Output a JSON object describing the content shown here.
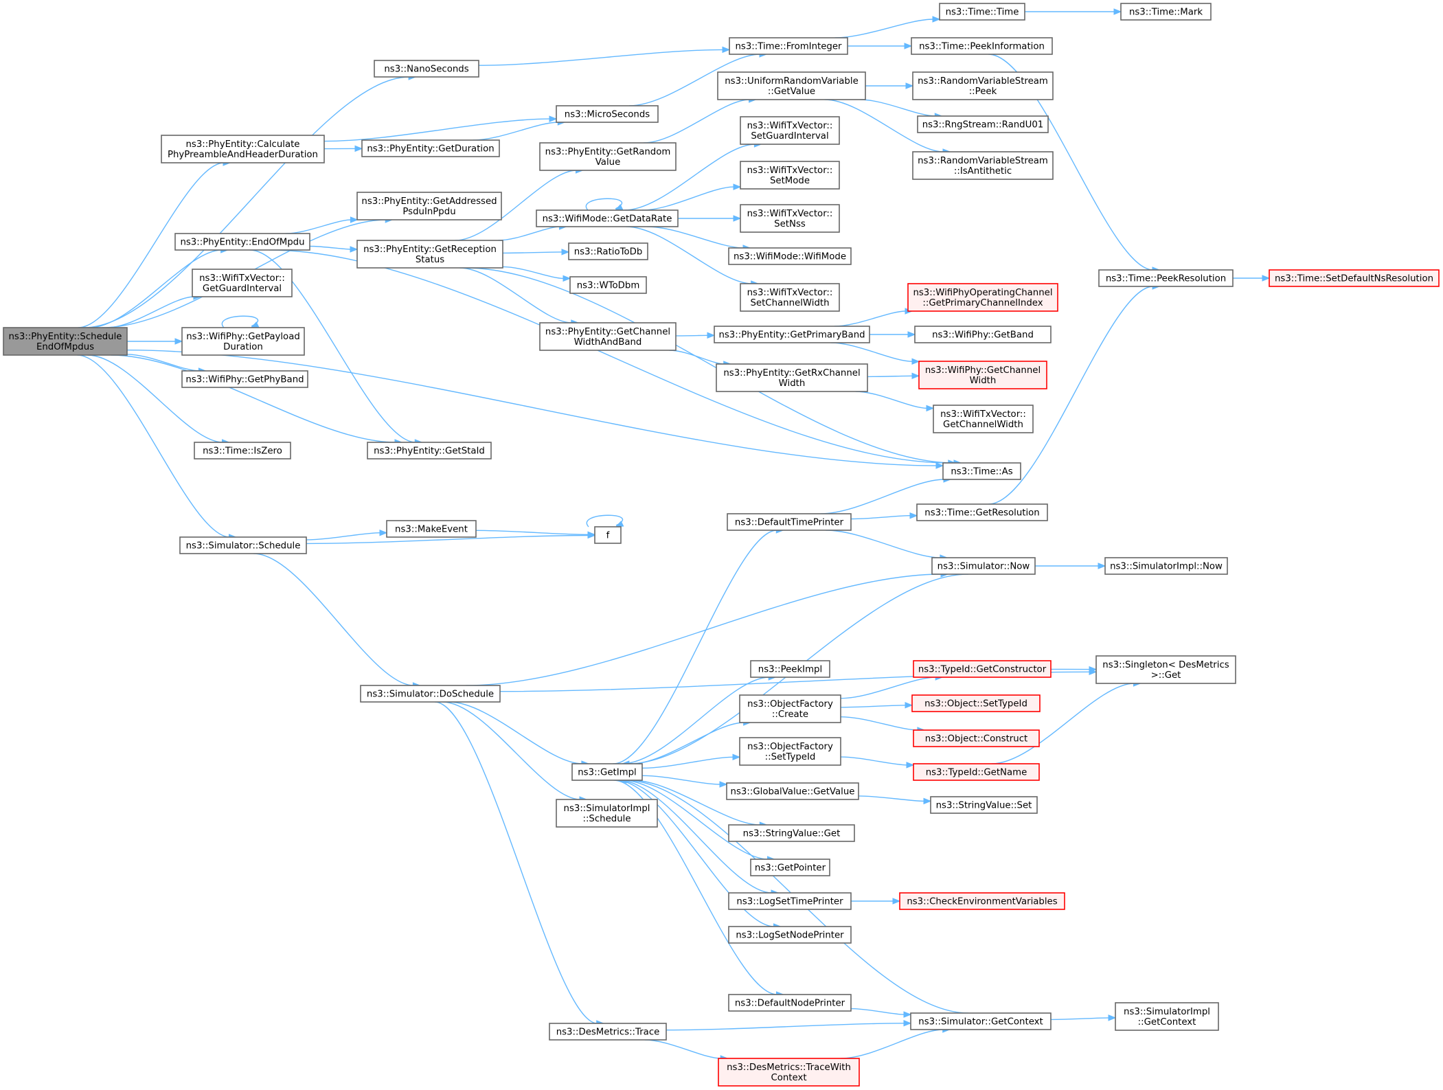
{
  "colors": {
    "edge": "#63b8ff",
    "node_border": "#666666",
    "root_fill": "#999999",
    "truncated_border": "#ff0000",
    "truncated_fill": "#fff0f0"
  },
  "nodes": [
    {
      "id": "root",
      "label": [
        "ns3::PhyEntity::Schedule",
        "EndOfMpdus"
      ],
      "kind": "root"
    },
    {
      "id": "nanoseconds",
      "label": [
        "ns3::NanoSeconds"
      ],
      "kind": "normal"
    },
    {
      "id": "calc",
      "label": [
        "ns3::PhyEntity::Calculate",
        "PhyPreambleAndHeaderDuration"
      ],
      "kind": "normal"
    },
    {
      "id": "getaddr",
      "label": [
        "ns3::PhyEntity::GetAddressed",
        "PsduInPpdu"
      ],
      "kind": "normal"
    },
    {
      "id": "endofmpdu",
      "label": [
        "ns3::PhyEntity::EndOfMpdu"
      ],
      "kind": "normal"
    },
    {
      "id": "getguard",
      "label": [
        "ns3::WifiTxVector::",
        "GetGuardInterval"
      ],
      "kind": "normal"
    },
    {
      "id": "getpayload",
      "label": [
        "ns3::WifiPhy::GetPayload",
        "Duration"
      ],
      "kind": "normal"
    },
    {
      "id": "getphyband",
      "label": [
        "ns3::WifiPhy::GetPhyBand"
      ],
      "kind": "normal"
    },
    {
      "id": "iszero",
      "label": [
        "ns3::Time::IsZero"
      ],
      "kind": "normal"
    },
    {
      "id": "getstaid",
      "label": [
        "ns3::PhyEntity::GetStaId"
      ],
      "kind": "normal"
    },
    {
      "id": "timeas",
      "label": [
        "ns3::Time::As"
      ],
      "kind": "normal"
    },
    {
      "id": "simschedule",
      "label": [
        "ns3::Simulator::Schedule"
      ],
      "kind": "normal"
    },
    {
      "id": "fromint",
      "label": [
        "ns3::Time::FromInteger"
      ],
      "kind": "normal"
    },
    {
      "id": "microseconds",
      "label": [
        "ns3::MicroSeconds"
      ],
      "kind": "normal"
    },
    {
      "id": "getduration",
      "label": [
        "ns3::PhyEntity::GetDuration"
      ],
      "kind": "normal"
    },
    {
      "id": "getrecstatus",
      "label": [
        "ns3::PhyEntity::GetReception",
        "Status"
      ],
      "kind": "normal"
    },
    {
      "id": "timetime",
      "label": [
        "ns3::Time::Time"
      ],
      "kind": "normal"
    },
    {
      "id": "timemark",
      "label": [
        "ns3::Time::Mark"
      ],
      "kind": "normal"
    },
    {
      "id": "peekinfo",
      "label": [
        "ns3::Time::PeekInformation"
      ],
      "kind": "normal"
    },
    {
      "id": "unifgetvalue",
      "label": [
        "ns3::UniformRandomVariable",
        "::GetValue"
      ],
      "kind": "normal"
    },
    {
      "id": "rvspeek",
      "label": [
        "ns3::RandomVariableStream",
        "::Peek"
      ],
      "kind": "normal"
    },
    {
      "id": "randu01",
      "label": [
        "ns3::RngStream::RandU01"
      ],
      "kind": "normal"
    },
    {
      "id": "isanti",
      "label": [
        "ns3::RandomVariableStream",
        "::IsAntithetic"
      ],
      "kind": "normal"
    },
    {
      "id": "getrandom",
      "label": [
        "ns3::PhyEntity::GetRandom",
        "Value"
      ],
      "kind": "normal"
    },
    {
      "id": "setguard",
      "label": [
        "ns3::WifiTxVector::",
        "SetGuardInterval"
      ],
      "kind": "normal"
    },
    {
      "id": "getdatarate",
      "label": [
        "ns3::WifiMode::GetDataRate"
      ],
      "kind": "normal"
    },
    {
      "id": "setmode",
      "label": [
        "ns3::WifiTxVector::",
        "SetMode"
      ],
      "kind": "normal"
    },
    {
      "id": "setnss",
      "label": [
        "ns3::WifiTxVector::",
        "SetNss"
      ],
      "kind": "normal"
    },
    {
      "id": "wifimode",
      "label": [
        "ns3::WifiMode::WifiMode"
      ],
      "kind": "normal"
    },
    {
      "id": "setchwidth",
      "label": [
        "ns3::WifiTxVector::",
        "SetChannelWidth"
      ],
      "kind": "normal"
    },
    {
      "id": "ratiotodb",
      "label": [
        "ns3::RatioToDb"
      ],
      "kind": "normal"
    },
    {
      "id": "wtodbm",
      "label": [
        "ns3::WToDbm"
      ],
      "kind": "normal"
    },
    {
      "id": "getchwb",
      "label": [
        "ns3::PhyEntity::GetChannel",
        "WidthAndBand"
      ],
      "kind": "normal"
    },
    {
      "id": "getprimband",
      "label": [
        "ns3::PhyEntity::GetPrimaryBand"
      ],
      "kind": "normal"
    },
    {
      "id": "getrxchw",
      "label": [
        "ns3::PhyEntity::GetRxChannel",
        "Width"
      ],
      "kind": "normal"
    },
    {
      "id": "getprimidx",
      "label": [
        "ns3::WifiPhyOperatingChannel",
        "::GetPrimaryChannelIndex"
      ],
      "kind": "truncated"
    },
    {
      "id": "getband",
      "label": [
        "ns3::WifiPhy::GetBand"
      ],
      "kind": "normal"
    },
    {
      "id": "wifiphygetchw",
      "label": [
        "ns3::WifiPhy::GetChannel",
        "Width"
      ],
      "kind": "truncated"
    },
    {
      "id": "txvgetchw",
      "label": [
        "ns3::WifiTxVector::",
        "GetChannelWidth"
      ],
      "kind": "normal"
    },
    {
      "id": "peekres",
      "label": [
        "ns3::Time::PeekResolution"
      ],
      "kind": "normal"
    },
    {
      "id": "setdefres",
      "label": [
        "ns3::Time::SetDefaultNsResolution"
      ],
      "kind": "truncated"
    },
    {
      "id": "makeevent",
      "label": [
        "ns3::MakeEvent"
      ],
      "kind": "normal"
    },
    {
      "id": "f",
      "label": [
        "f"
      ],
      "kind": "normal"
    },
    {
      "id": "deftimeprinter",
      "label": [
        "ns3::DefaultTimePrinter"
      ],
      "kind": "normal"
    },
    {
      "id": "getres",
      "label": [
        "ns3::Time::GetResolution"
      ],
      "kind": "normal"
    },
    {
      "id": "simnow",
      "label": [
        "ns3::Simulator::Now"
      ],
      "kind": "normal"
    },
    {
      "id": "simimplnow",
      "label": [
        "ns3::SimulatorImpl::Now"
      ],
      "kind": "normal"
    },
    {
      "id": "doschedule",
      "label": [
        "ns3::Simulator::DoSchedule"
      ],
      "kind": "normal"
    },
    {
      "id": "peekimpl",
      "label": [
        "ns3::PeekImpl"
      ],
      "kind": "normal"
    },
    {
      "id": "ofcreate",
      "label": [
        "ns3::ObjectFactory",
        "::Create"
      ],
      "kind": "normal"
    },
    {
      "id": "getctor",
      "label": [
        "ns3::TypeId::GetConstructor"
      ],
      "kind": "truncated"
    },
    {
      "id": "objsettypeid",
      "label": [
        "ns3::Object::SetTypeId"
      ],
      "kind": "truncated"
    },
    {
      "id": "construct",
      "label": [
        "ns3::Object::Construct"
      ],
      "kind": "truncated"
    },
    {
      "id": "singleton",
      "label": [
        "ns3::Singleton< DesMetrics",
        " >::Get"
      ],
      "kind": "normal"
    },
    {
      "id": "getimpl",
      "label": [
        "ns3::GetImpl"
      ],
      "kind": "normal"
    },
    {
      "id": "ofsettypeid",
      "label": [
        "ns3::ObjectFactory",
        "::SetTypeId"
      ],
      "kind": "normal"
    },
    {
      "id": "getname",
      "label": [
        "ns3::TypeId::GetName"
      ],
      "kind": "truncated"
    },
    {
      "id": "gvgetvalue",
      "label": [
        "ns3::GlobalValue::GetValue"
      ],
      "kind": "normal"
    },
    {
      "id": "svset",
      "label": [
        "ns3::StringValue::Set"
      ],
      "kind": "normal"
    },
    {
      "id": "simimplsched",
      "label": [
        "ns3::SimulatorImpl",
        "::Schedule"
      ],
      "kind": "normal"
    },
    {
      "id": "svget",
      "label": [
        "ns3::StringValue::Get"
      ],
      "kind": "normal"
    },
    {
      "id": "getpointer",
      "label": [
        "ns3::GetPointer"
      ],
      "kind": "normal"
    },
    {
      "id": "logsettp",
      "label": [
        "ns3::LogSetTimePrinter"
      ],
      "kind": "normal"
    },
    {
      "id": "checkenv",
      "label": [
        "ns3::CheckEnvironmentVariables"
      ],
      "kind": "truncated"
    },
    {
      "id": "logsetnp",
      "label": [
        "ns3::LogSetNodePrinter"
      ],
      "kind": "normal"
    },
    {
      "id": "defnodeprinter",
      "label": [
        "ns3::DefaultNodePrinter"
      ],
      "kind": "normal"
    },
    {
      "id": "simgetctx",
      "label": [
        "ns3::Simulator::GetContext"
      ],
      "kind": "normal"
    },
    {
      "id": "simimplgetctx",
      "label": [
        "ns3::SimulatorImpl",
        "::GetContext"
      ],
      "kind": "normal"
    },
    {
      "id": "desmetricstrace",
      "label": [
        "ns3::DesMetrics::Trace"
      ],
      "kind": "normal"
    },
    {
      "id": "tracewithctx",
      "label": [
        "ns3::DesMetrics::TraceWith",
        "Context"
      ],
      "kind": "truncated"
    }
  ],
  "edges": [
    [
      "root",
      "nanoseconds"
    ],
    [
      "root",
      "calc"
    ],
    [
      "root",
      "getaddr"
    ],
    [
      "root",
      "endofmpdu"
    ],
    [
      "root",
      "getguard"
    ],
    [
      "root",
      "getpayload"
    ],
    [
      "root",
      "getphyband"
    ],
    [
      "root",
      "iszero"
    ],
    [
      "root",
      "getstaid"
    ],
    [
      "root",
      "timeas"
    ],
    [
      "root",
      "simschedule"
    ],
    [
      "nanoseconds",
      "fromint"
    ],
    [
      "calc",
      "microseconds"
    ],
    [
      "calc",
      "getduration"
    ],
    [
      "getduration",
      "microseconds"
    ],
    [
      "microseconds",
      "fromint"
    ],
    [
      "fromint",
      "timetime"
    ],
    [
      "fromint",
      "peekinfo"
    ],
    [
      "timetime",
      "timemark"
    ],
    [
      "peekinfo",
      "peekres"
    ],
    [
      "peekres",
      "setdefres"
    ],
    [
      "endofmpdu",
      "getaddr"
    ],
    [
      "endofmpdu",
      "getrecstatus"
    ],
    [
      "endofmpdu",
      "getstaid"
    ],
    [
      "endofmpdu",
      "timeas"
    ],
    [
      "getpayload",
      "getpayload"
    ],
    [
      "getrecstatus",
      "getrandom"
    ],
    [
      "getrecstatus",
      "getdatarate"
    ],
    [
      "getrecstatus",
      "ratiotodb"
    ],
    [
      "getrecstatus",
      "wtodbm"
    ],
    [
      "getrecstatus",
      "getchwb"
    ],
    [
      "getrecstatus",
      "timeas"
    ],
    [
      "getrandom",
      "unifgetvalue"
    ],
    [
      "unifgetvalue",
      "rvspeek"
    ],
    [
      "unifgetvalue",
      "randu01"
    ],
    [
      "unifgetvalue",
      "isanti"
    ],
    [
      "getdatarate",
      "getdatarate"
    ],
    [
      "getdatarate",
      "setguard"
    ],
    [
      "getdatarate",
      "setmode"
    ],
    [
      "getdatarate",
      "setnss"
    ],
    [
      "getdatarate",
      "wifimode"
    ],
    [
      "getdatarate",
      "setchwidth"
    ],
    [
      "getchwb",
      "getprimband"
    ],
    [
      "getchwb",
      "getrxchw"
    ],
    [
      "getprimband",
      "getprimidx"
    ],
    [
      "getprimband",
      "getband"
    ],
    [
      "getprimband",
      "wifiphygetchw"
    ],
    [
      "getrxchw",
      "wifiphygetchw"
    ],
    [
      "getrxchw",
      "txvgetchw"
    ],
    [
      "simschedule",
      "makeevent"
    ],
    [
      "simschedule",
      "f"
    ],
    [
      "simschedule",
      "doschedule"
    ],
    [
      "makeevent",
      "f"
    ],
    [
      "f",
      "f"
    ],
    [
      "doschedule",
      "simnow"
    ],
    [
      "doschedule",
      "singleton"
    ],
    [
      "doschedule",
      "getimpl"
    ],
    [
      "doschedule",
      "simimplsched"
    ],
    [
      "doschedule",
      "desmetricstrace"
    ],
    [
      "simnow",
      "getimpl"
    ],
    [
      "simnow",
      "simimplnow"
    ],
    [
      "deftimeprinter",
      "timeas"
    ],
    [
      "deftimeprinter",
      "getres"
    ],
    [
      "deftimeprinter",
      "simnow"
    ],
    [
      "getres",
      "peekres"
    ],
    [
      "getimpl",
      "deftimeprinter"
    ],
    [
      "getimpl",
      "peekimpl"
    ],
    [
      "getimpl",
      "ofcreate"
    ],
    [
      "getimpl",
      "ofsettypeid"
    ],
    [
      "getimpl",
      "gvgetvalue"
    ],
    [
      "getimpl",
      "svget"
    ],
    [
      "getimpl",
      "getpointer"
    ],
    [
      "getimpl",
      "logsettp"
    ],
    [
      "getimpl",
      "logsetnp"
    ],
    [
      "getimpl",
      "defnodeprinter"
    ],
    [
      "ofcreate",
      "getctor"
    ],
    [
      "ofcreate",
      "objsettypeid"
    ],
    [
      "ofcreate",
      "construct"
    ],
    [
      "getctor",
      "singleton"
    ],
    [
      "ofsettypeid",
      "getname"
    ],
    [
      "getname",
      "singleton"
    ],
    [
      "gvgetvalue",
      "svset"
    ],
    [
      "logsettp",
      "checkenv"
    ],
    [
      "defnodeprinter",
      "simgetctx"
    ],
    [
      "simgetctx",
      "getimpl"
    ],
    [
      "simgetctx",
      "simimplgetctx"
    ],
    [
      "desmetricstrace",
      "simgetctx"
    ],
    [
      "desmetricstrace",
      "tracewithctx"
    ],
    [
      "tracewithctx",
      "simgetctx"
    ]
  ]
}
